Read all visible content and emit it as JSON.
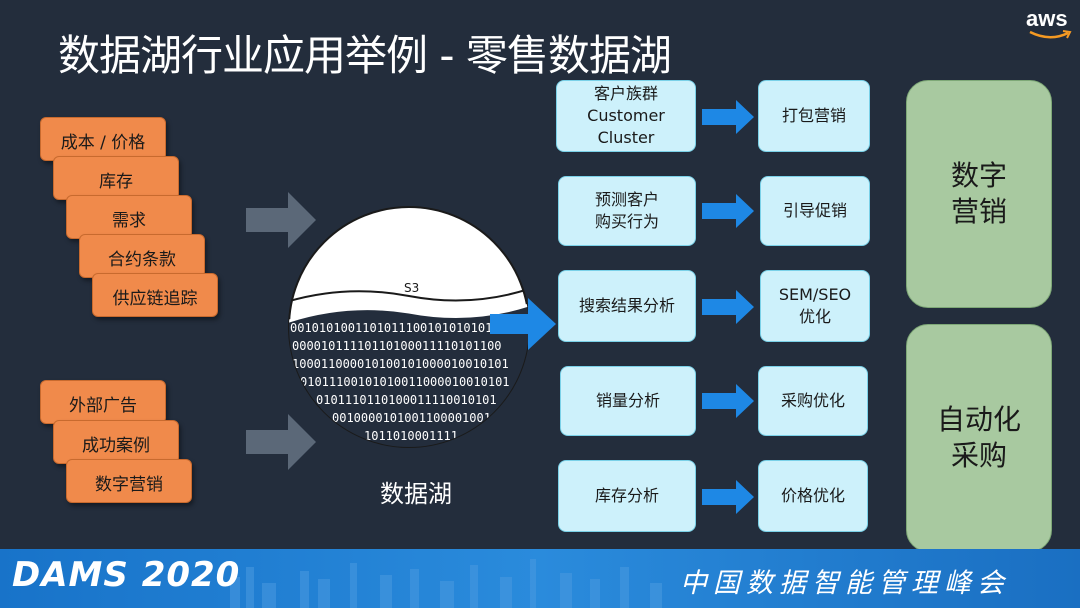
{
  "title": "数据湖行业应用举例 - 零售数据湖",
  "logo": {
    "text": "aws"
  },
  "sources_top": [
    "成本 / 价格",
    "库存",
    "需求",
    "合约条款",
    "供应链追踪"
  ],
  "sources_bottom": [
    "外部广告",
    "成功案例",
    "数字营销"
  ],
  "lake": {
    "label": "数据湖",
    "s3": "S3",
    "binary_lines": [
      "0010101001101011100101010101001",
      "00001011110110100011110101100",
      "100011000010100101000010010101",
      "01011100101010011000010010101",
      "0101110110100011110010101",
      "00100001010011000010010",
      "1011010001111"
    ]
  },
  "analysis": [
    {
      "input": "客户族群\nCustomer\nCluster",
      "output": "打包营销"
    },
    {
      "input": "预测客户\n购买行为",
      "output": "引导促销"
    },
    {
      "input": "搜索结果分析",
      "output": "SEM/SEO\n优化"
    },
    {
      "input": "销量分析",
      "output": "采购优化"
    },
    {
      "input": "库存分析",
      "output": "价格优化"
    }
  ],
  "groups": [
    "数字\n营销",
    "自动化\n采购"
  ],
  "footer": {
    "brand": "DAMS 2020",
    "conference": "中国数据智能管理峰会"
  },
  "colors": {
    "background": "#232d3c",
    "source": "#f08a4b",
    "analysis": "#cdf1fb",
    "group": "#a8c9a0",
    "arrow": "#1e88e5",
    "footer": "#2080d4"
  }
}
